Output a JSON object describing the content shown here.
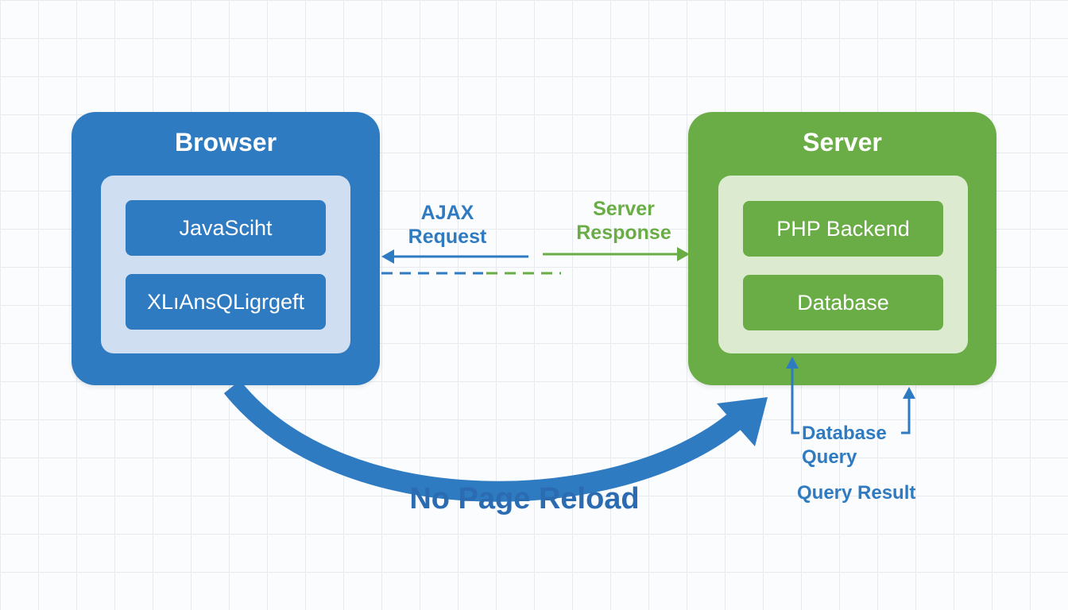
{
  "colors": {
    "browser": "#2f7bc1",
    "browser_inner": "#cfdef0",
    "server": "#6aac45",
    "server_inner": "#dcebcf",
    "arrow_blue": "#2f7bc1",
    "arrow_green": "#6aac45",
    "background": "#fbfcfd"
  },
  "browser": {
    "title": "Browser",
    "modules": [
      "JavaSciht",
      "XLıAnsQLigrgeft"
    ]
  },
  "server": {
    "title": "Server",
    "modules": [
      "PHP Backend",
      "Database"
    ]
  },
  "labels": {
    "ajax_request": [
      "AJAX",
      "Request"
    ],
    "server_response": [
      "Server",
      "Response"
    ],
    "no_page_reload": "No Page Reload",
    "database_query": [
      "Database",
      "Query"
    ],
    "query_result": "Query Result"
  }
}
